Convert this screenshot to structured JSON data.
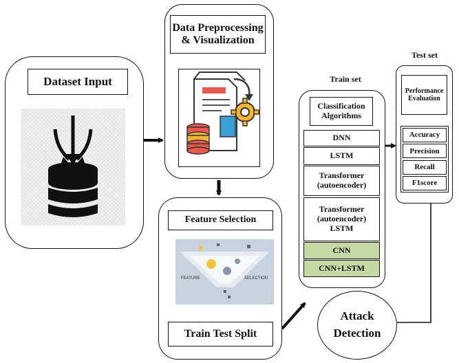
{
  "dataset_input": {
    "label": "Dataset Input"
  },
  "preprocessing": {
    "line1": "Data Preprocessing",
    "line2": "& Visualization"
  },
  "feature_selection": {
    "label": "Feature Selection",
    "funnel_left_text": "FEATURE",
    "funnel_right_text": "SELECTION"
  },
  "split": {
    "label": "Train Test Split"
  },
  "train_set": {
    "title": "Train set",
    "header_line1": "Classification",
    "header_line2": "Algorithms",
    "algorithms": [
      {
        "lines": [
          "DNN"
        ]
      },
      {
        "lines": [
          "LSTM"
        ]
      },
      {
        "lines": [
          "Transformer",
          "(autoencoder)"
        ]
      },
      {
        "lines": [
          "Transformer",
          "(autoencoder)",
          "LSTM"
        ]
      },
      {
        "lines": [
          "CNN"
        ]
      },
      {
        "lines": [
          "CNN+LSTM"
        ]
      }
    ],
    "highlight_color": "#c6d9a5"
  },
  "test_set": {
    "title": "Test set",
    "header_line1": "Performance",
    "header_line2": "Evaluation",
    "metrics": [
      "Accuracy",
      "Precision",
      "Recall",
      "F1score"
    ]
  },
  "attack": {
    "line1": "Attack",
    "line2": "Detection"
  },
  "icons": [
    "database-download-icon",
    "document-gear-icon",
    "funnel-icon",
    "arrow-icon"
  ]
}
